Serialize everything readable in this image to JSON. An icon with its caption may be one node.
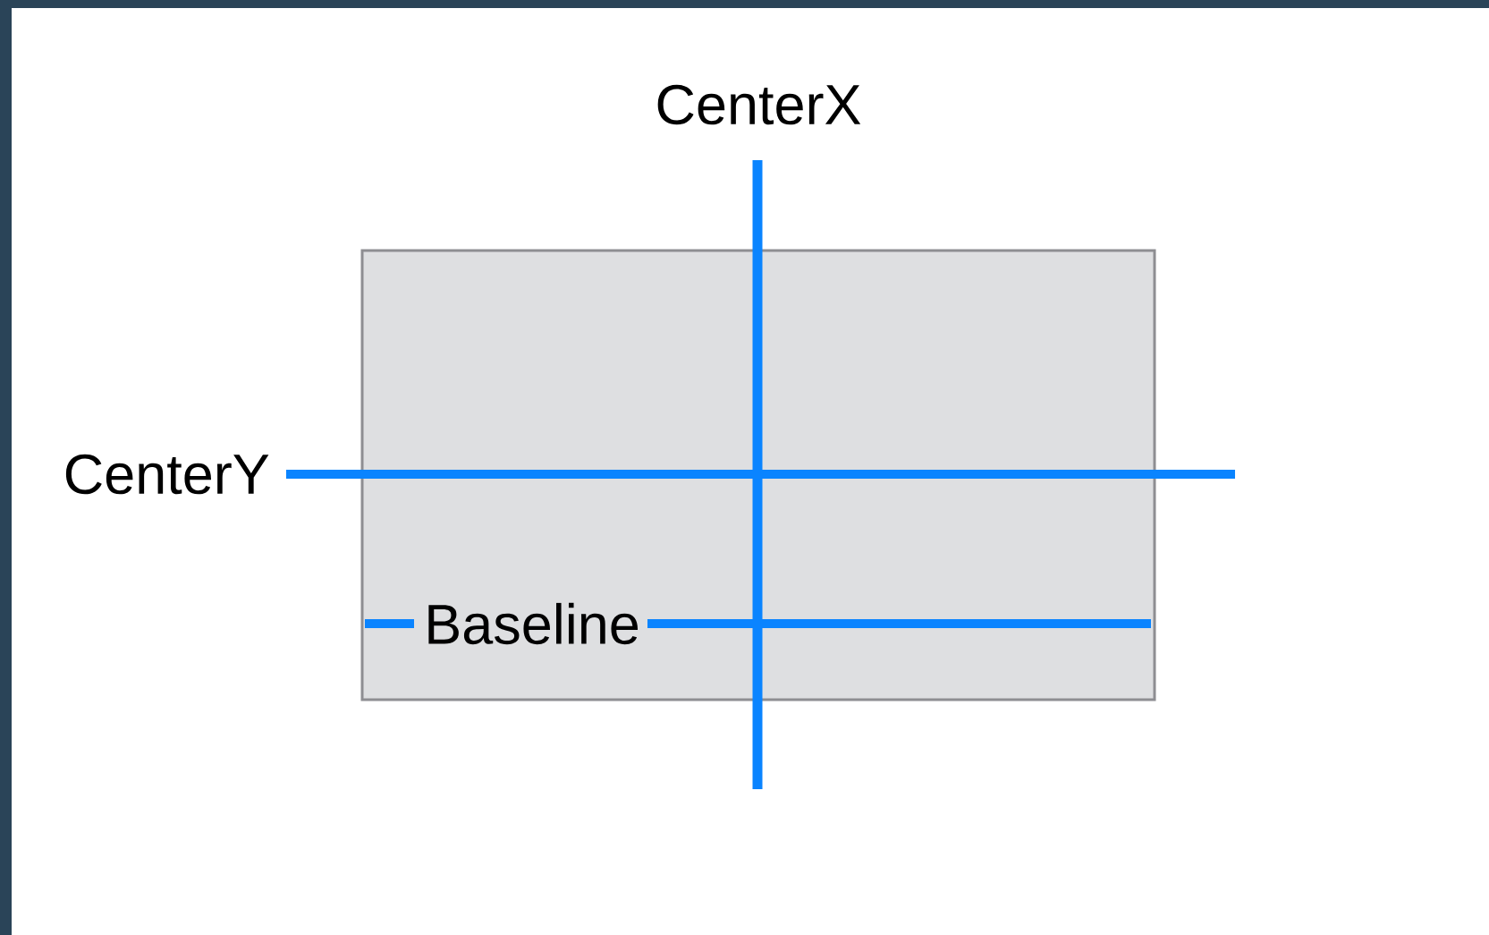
{
  "diagram": {
    "nodes": [
      {
        "text": [],
        "shape": "box"
      }
    ],
    "labels": [
      "CenterX",
      "CenterY",
      "Baseline"
    ]
  }
}
